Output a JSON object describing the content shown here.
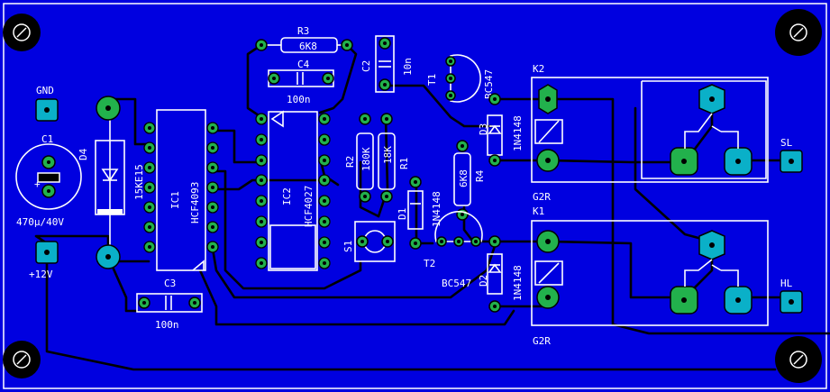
{
  "board": {
    "background": "#0000e0",
    "silkscreen": "#ffffff",
    "pad_green": "#22b14c",
    "pad_cyan": "#0ab0c8"
  },
  "labels": {
    "r3": "R3",
    "r3_value": "6K8",
    "c4": "C4",
    "c4_value": "100n",
    "c2": "C2",
    "c2_value": "10n",
    "t1": "T1",
    "t1_type": "BC547",
    "k2": "K2",
    "k2_type": "G2R",
    "k1": "K1",
    "k1_type": "G2R",
    "gnd": "GND",
    "c1": "C1",
    "c1_value": "470μ/40V",
    "d4": "D4",
    "d4_type": "15KE15",
    "ic1": "IC1",
    "ic1_type": "HCF4093",
    "ic2": "IC2",
    "ic2_type": "HCF4027",
    "r2": "R2",
    "r2_value": "180K",
    "r1": "R1",
    "r1_value": "18K",
    "d1": "D1",
    "d1_type": "1N4148",
    "r4": "R4",
    "r4_value": "6K8",
    "d3": "D3",
    "d3_type": "1N4148",
    "d2": "D2",
    "d2_type": "1N4148",
    "s1": "S1",
    "t2": "T2",
    "t2_type": "BC547",
    "c3": "C3",
    "c3_value": "100n",
    "plus12": "+12V",
    "sl": "SL",
    "hl": "HL"
  }
}
